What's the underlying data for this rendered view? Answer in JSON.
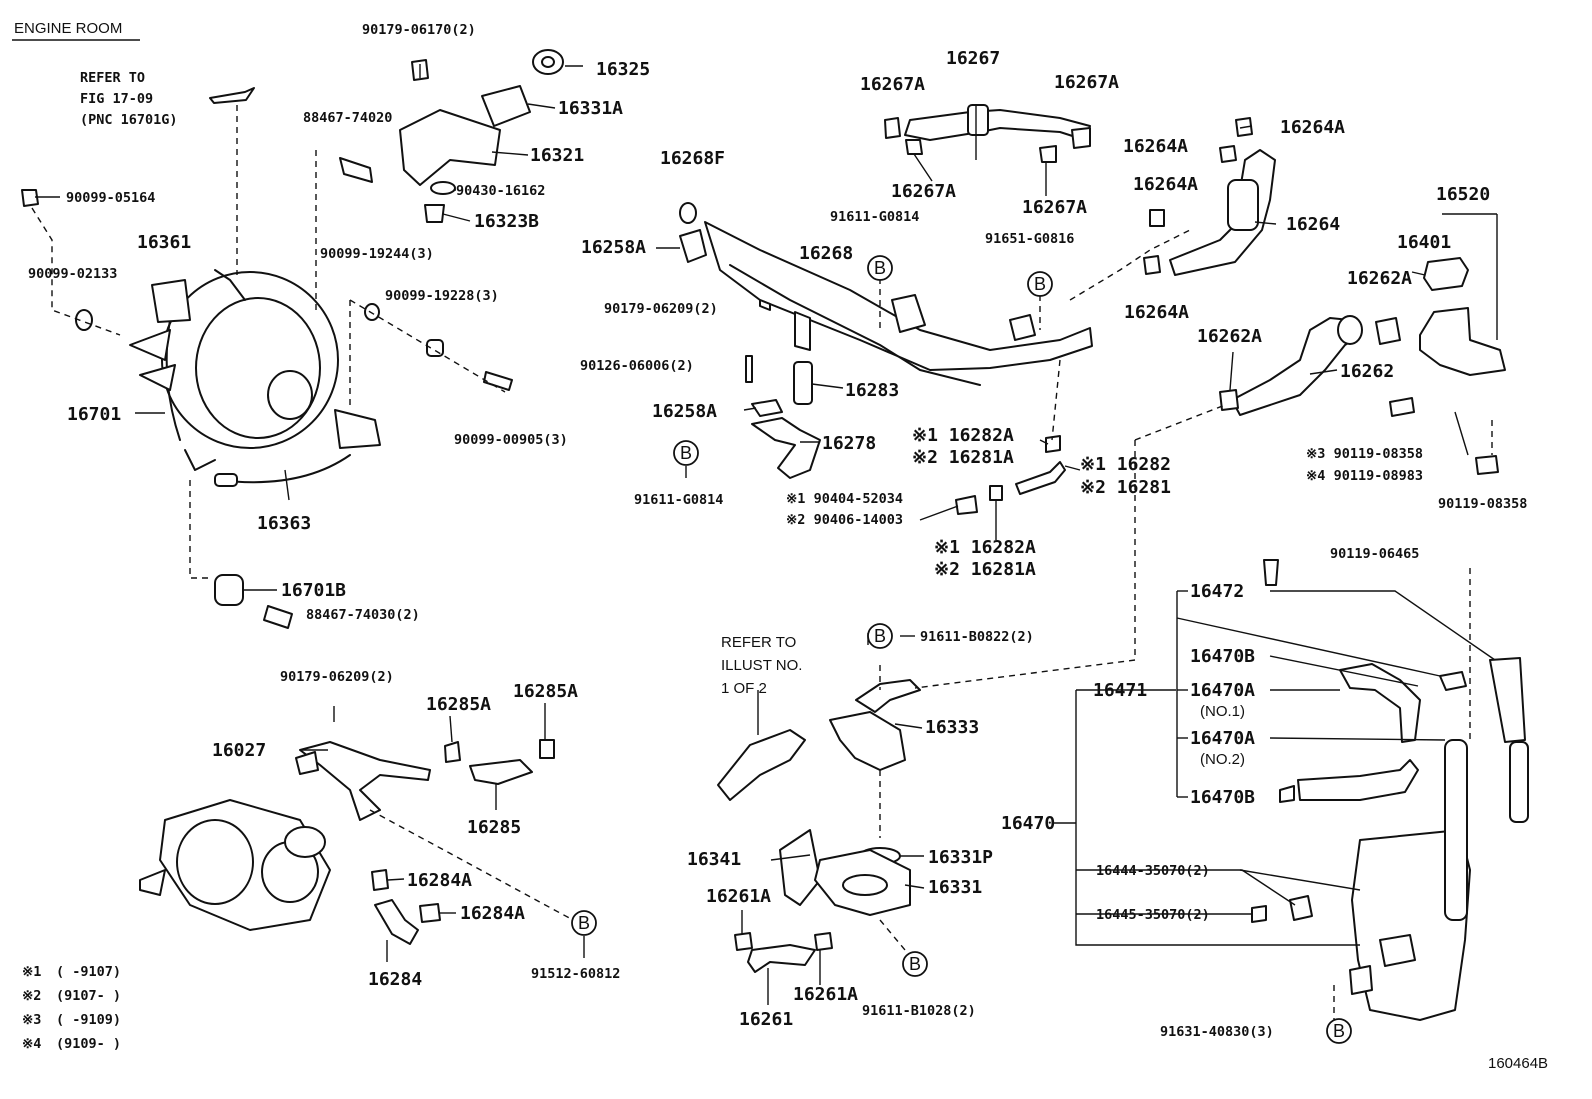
{
  "header": {
    "title": "ENGINE ROOM"
  },
  "refer_fig": {
    "line1": "REFER TO",
    "line2": "FIG 17-09",
    "line3": "(PNC 16701G)"
  },
  "refer_illust": {
    "line1": "REFER TO",
    "line2": "ILLUST NO.",
    "line3": "1 OF 2"
  },
  "circle_letter": "B",
  "labels": {
    "p90179_06170": "90179-06170(2)",
    "p16325": "16325",
    "p16331A": "16331A",
    "p88467_74020": "88467-74020",
    "p16321": "16321",
    "p90430_16162": "90430-16162",
    "p16323B": "16323B",
    "p90099_05164": "90099-05164",
    "p16361": "16361",
    "p90099_02133": "90099-02133",
    "p90099_19244": "90099-19244(3)",
    "p90099_19228": "90099-19228(3)",
    "p16701": "16701",
    "p90099_00905": "90099-00905(3)",
    "p16363": "16363",
    "p16701B": "16701B",
    "p88467_74030": "88467-74030(2)",
    "p16267": "16267",
    "p16267A_1": "16267A",
    "p16267A_2": "16267A",
    "p16267A_3": "16267A",
    "p16267A_4": "16267A",
    "p16268F": "16268F",
    "p91611_G0814_top": "91611-G0814",
    "p16258A_1": "16258A",
    "p16268": "16268",
    "p91651_G0816": "91651-G0816",
    "p90179_06209_a": "90179-06209(2)",
    "p90126_06006": "90126-06006(2)",
    "p16283": "16283",
    "p16258A_2": "16258A",
    "p16278": "16278",
    "p91611_G0814_bot": "91611-G0814",
    "p16282A_1": "※1 16282A",
    "p16281A_1": "※2 16281A",
    "p16282": "※1 16282",
    "p16281": "※2 16281",
    "p90404_52034": "※1 90404-52034",
    "p90406_14003": "※2 90406-14003",
    "p16282A_2": "※1 16282A",
    "p16281A_2": "※2 16281A",
    "p16264A_1": "16264A",
    "p16264A_2": "16264A",
    "p16264A_3": "16264A",
    "p16264A_4": "16264A",
    "p16264": "16264",
    "p16520": "16520",
    "p16401": "16401",
    "p16262A_1": "16262A",
    "p16262A_2": "16262A",
    "p16262": "16262",
    "p90119_08358_a": "※3 90119-08358",
    "p90119_08983": "※4 90119-08983",
    "p90119_08358_b": "90119-08358",
    "p90119_06465": "90119-06465",
    "p16472": "16472",
    "p16470B_1": "16470B",
    "p16471": "16471",
    "p16470A_1": "16470A",
    "p16470A_1n": "(NO.1)",
    "p16470A_2": "16470A",
    "p16470A_2n": "(NO.2)",
    "p16470B_2": "16470B",
    "p16470": "16470",
    "p16444": "16444-35070(2)",
    "p16445": "16445-35070(2)",
    "p91631_40830": "91631-40830(3)",
    "p91611_B0822": "91611-B0822(2)",
    "p16333": "16333",
    "p16341": "16341",
    "p16331P": "16331P",
    "p16331": "16331",
    "p16261A_1": "16261A",
    "p16261A_2": "16261A",
    "p16261": "16261",
    "p91611_B1028": "91611-B1028(2)",
    "p90179_06209_b": "90179-06209(2)",
    "p16285A_1": "16285A",
    "p16285A_2": "16285A",
    "p16027": "16027",
    "p16285": "16285",
    "p16284A_1": "16284A",
    "p16284A_2": "16284A",
    "p16284": "16284",
    "p91512_60812": "91512-60812"
  },
  "legend": [
    {
      "mark": "※1",
      "range": "(      -9107)"
    },
    {
      "mark": "※2",
      "range": "(9107-      )"
    },
    {
      "mark": "※3",
      "range": "(      -9109)"
    },
    {
      "mark": "※4",
      "range": "(9109-      )"
    }
  ],
  "drawing_code": "160464B"
}
